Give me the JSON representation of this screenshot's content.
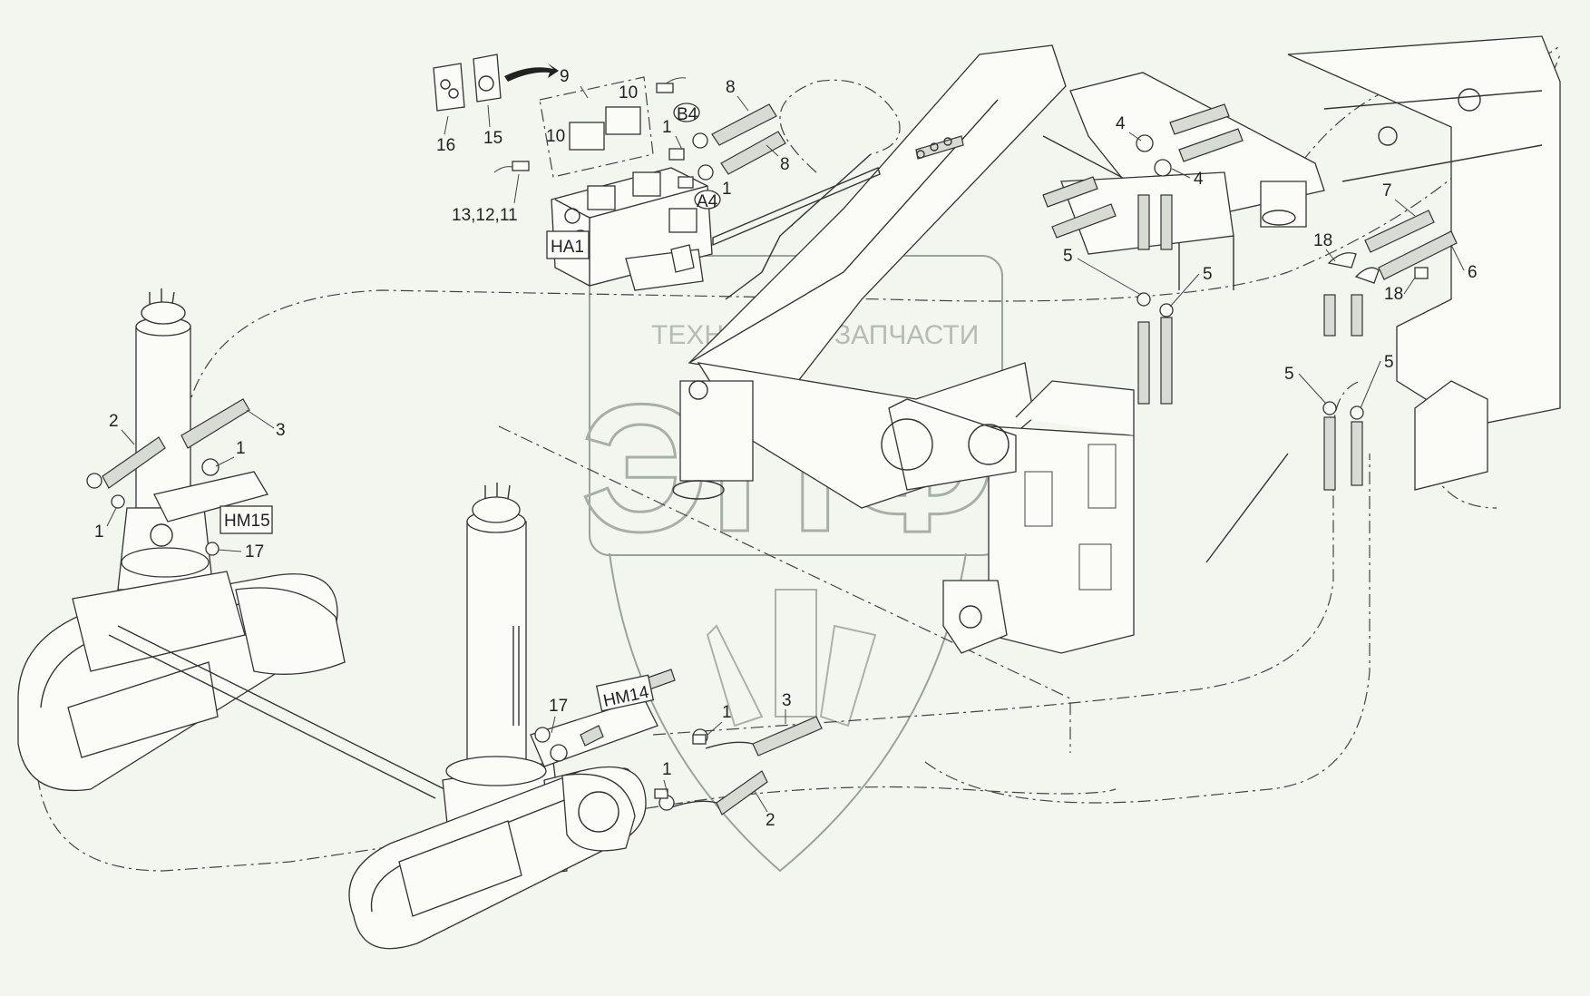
{
  "watermark": {
    "left_text": "ТЕХНИКА",
    "right_text": "ЗАПЧАСТИ",
    "big_letters": "ЭПФ",
    "gear_icon": "gear-icon"
  },
  "tags": {
    "ha1": "HA1",
    "a4": "A4",
    "b4": "B4",
    "hm15": "HM15",
    "hm14": "HM14"
  },
  "callouts": {
    "c1a": "1",
    "c1b": "1",
    "c1c": "1",
    "c1d": "1",
    "c1e": "1",
    "c1f": "1",
    "c2a": "2",
    "c2b": "2",
    "c3a": "3",
    "c3b": "3",
    "c4a": "4",
    "c4b": "4",
    "c5a": "5",
    "c5b": "5",
    "c5c": "5",
    "c5d": "5",
    "c6": "6",
    "c7": "7",
    "c8a": "8",
    "c8b": "8",
    "c9": "9",
    "c10a": "10",
    "c10b": "10",
    "c131211": "13,12,11",
    "c15": "15",
    "c16": "16",
    "c17a": "17",
    "c17b": "17",
    "c18a": "18",
    "c18b": "18"
  }
}
